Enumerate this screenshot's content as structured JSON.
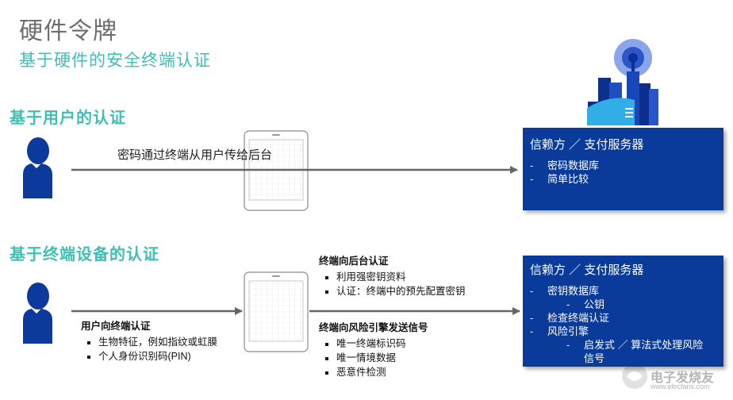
{
  "title": "硬件令牌",
  "subtitle": "基于硬件的安全终端认证",
  "section1": {
    "heading": "基于用户的认证",
    "arrow_label": "密码通过终端从用户传给后台",
    "box": {
      "title": "信赖方 ／ 支付服务器",
      "items": [
        "密码数据库",
        "简单比较"
      ]
    }
  },
  "section2": {
    "heading": "基于终端设备的认证",
    "user_to_device": {
      "title": "用户向终端认证",
      "items": [
        "生物特征，例如指纹或虹膜",
        "个人身份识别码(PIN)"
      ]
    },
    "device_to_backend": {
      "title": "终端向后台认证",
      "items": [
        "利用强密钥资料",
        "认证：终端中的预先配置密钥"
      ]
    },
    "device_to_risk": {
      "title": "终端向风险引擎发送信号",
      "items": [
        "唯一终端标识码",
        "唯一情境数据",
        "恶意件检测"
      ]
    },
    "box": {
      "title": "信赖方 ／ 支付服务器",
      "item1": "密钥数据库",
      "item1_sub": "公钥",
      "item2": "检查终端认证",
      "item3": "风险引擎",
      "item3_sub": "启发式 ／ 算法式处理风险信号"
    }
  },
  "watermark": {
    "text": "电子发烧友",
    "url": "www.elecfans.com"
  },
  "colors": {
    "accent": "#3fbfb4",
    "box": "#0a3a9a",
    "user_icon": "#0b3a9c",
    "title": "#6d6d6d"
  }
}
